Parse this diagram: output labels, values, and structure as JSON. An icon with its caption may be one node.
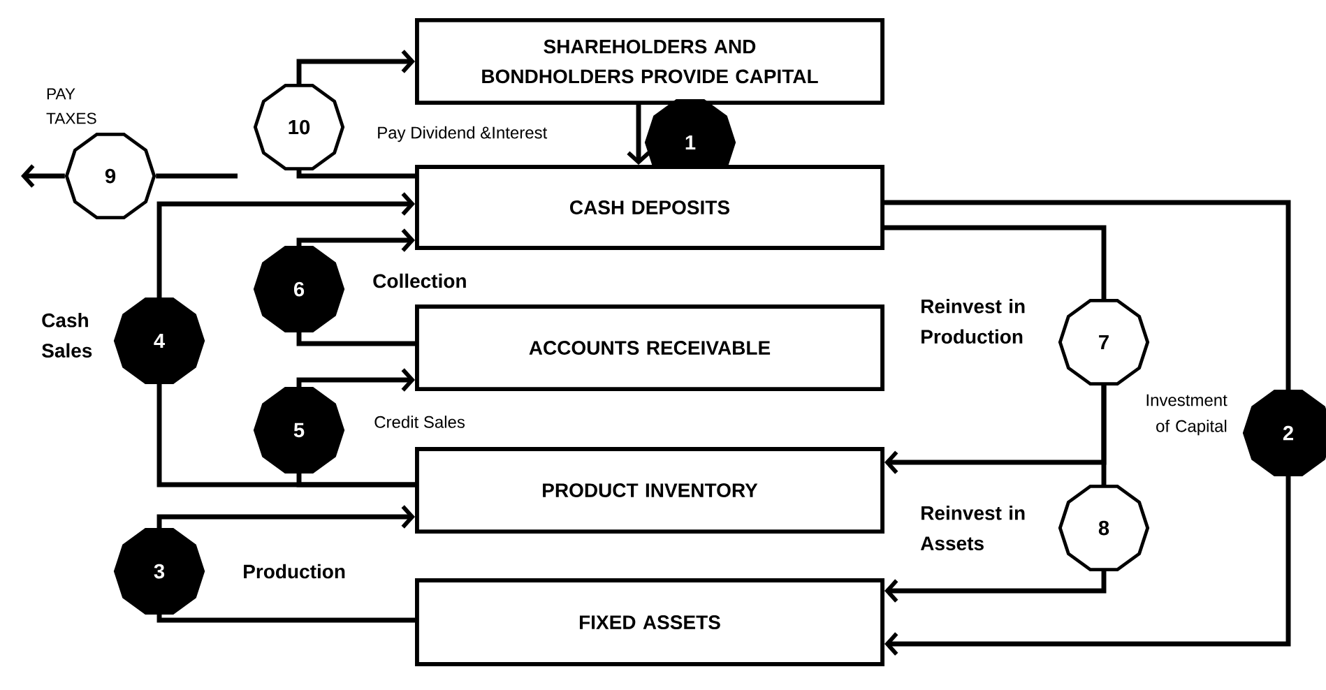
{
  "diagram": {
    "nodes": [
      {
        "text": [
          "SHAREHOLDERS AND BONDHOLDERS PROVIDE CAPITAL"
        ]
      },
      {
        "text": [
          "10"
        ],
        "beside": [
          "Pay Dividend &Interest"
        ]
      },
      {
        "text": [
          "9"
        ],
        "beside": [
          "PAY TAXES"
        ]
      },
      {
        "text": [
          "1"
        ]
      },
      {
        "text": [
          "CASH DEPOSITS"
        ]
      },
      {
        "text": [
          "6"
        ]
      },
      {
        "text": [
          "4"
        ],
        "beside": [
          "Cash Sales"
        ]
      },
      {
        "text": [
          "ACCOUNTS RECEIVABLE"
        ]
      },
      {
        "text": [
          "7"
        ],
        "beside": [
          "Reinvest in Production"
        ]
      },
      {
        "text": [
          "2"
        ],
        "beside": [
          "Investment of Capital"
        ]
      },
      {
        "text": [
          "5"
        ],
        "beside": [
          "Credit Sales"
        ]
      },
      {
        "text": [
          "PRODUCT INVENTORY"
        ]
      },
      {
        "text": [
          "8"
        ],
        "beside": [
          "Reinvest in Assets"
        ]
      },
      {
        "text": [
          "3"
        ],
        "beside": [
          "Production"
        ]
      },
      {
        "text": [
          "FIXED ASSETS"
        ]
      }
    ],
    "edges": [
      {
        "from": 0,
        "to": 4,
        "arrow": "to"
      },
      {
        "from": 4,
        "to": 1,
        "arrow": "none"
      },
      {
        "from": 1,
        "to": 0,
        "arrow": "to"
      },
      {
        "from": null,
        "to": 2,
        "arrow": "none"
      },
      {
        "from": 2,
        "to": null,
        "arrow": "to"
      },
      {
        "from": 11,
        "to": 6,
        "arrow": "none"
      },
      {
        "from": 6,
        "to": 4,
        "arrow": "to"
      },
      {
        "from": 11,
        "to": 10,
        "arrow": "none"
      },
      {
        "from": 10,
        "to": 7,
        "arrow": "to"
      },
      {
        "from": 7,
        "to": 5,
        "arrow": "none"
      },
      {
        "from": 5,
        "to": 4,
        "arrow": "to"
      },
      {
        "from": 14,
        "to": 13,
        "arrow": "none"
      },
      {
        "from": 13,
        "to": 11,
        "arrow": "to"
      },
      {
        "from": 4,
        "to": 8,
        "arrow": "none"
      },
      {
        "from": 8,
        "to": 11,
        "arrow": "to"
      },
      {
        "from": 8,
        "to": 12,
        "arrow": "none"
      },
      {
        "from": 12,
        "to": 14,
        "arrow": "to"
      },
      {
        "from": 4,
        "to": 9,
        "arrow": "none"
      },
      {
        "from": 9,
        "to": 14,
        "arrow": "to"
      }
    ],
    "labels": [
      "Collection"
    ]
  }
}
